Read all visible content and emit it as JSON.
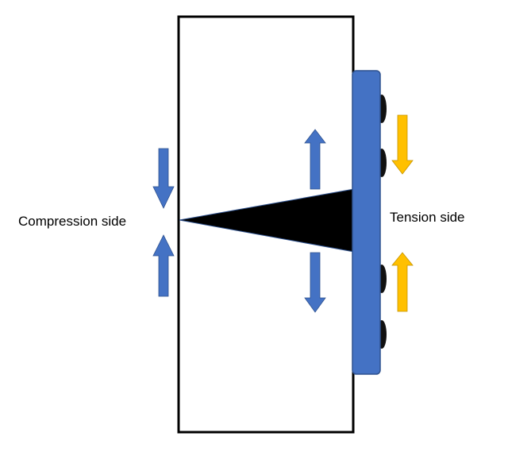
{
  "labels": {
    "compression": "Compression side",
    "tension": "Tension side"
  },
  "colors": {
    "outline": "#000000",
    "crack_fill": "#000000",
    "plate_fill": "#4472C4",
    "plate_stroke": "#2F528F",
    "blue_arrow": "#4472C4",
    "yellow_arrow": "#FFC000",
    "screw": "#111111",
    "background": "#FFFFFF"
  },
  "icons": {
    "compression_arrows": "arrow-down-up-pair",
    "crack_opening_arrows": "arrow-up-down-pair",
    "tension_arrows": "arrow-down-up-pair",
    "screws": "screw-head-icon"
  }
}
